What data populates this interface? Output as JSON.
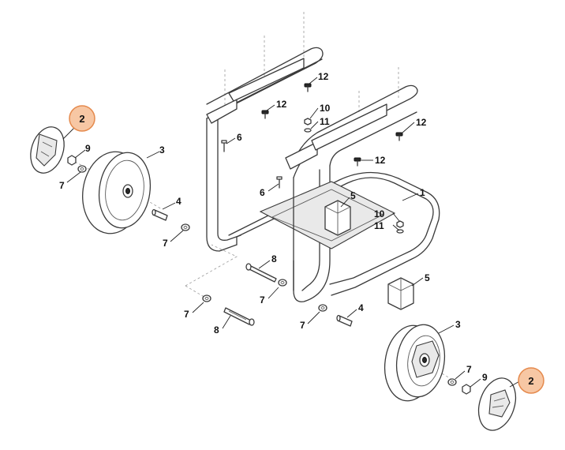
{
  "callouts": [
    {
      "key": "p2a",
      "label": "2",
      "highlight": true
    },
    {
      "key": "p2b",
      "label": "2",
      "highlight": true
    },
    {
      "key": "p9a",
      "label": "9"
    },
    {
      "key": "p7a",
      "label": "7"
    },
    {
      "key": "p3a",
      "label": "3"
    },
    {
      "key": "p4a",
      "label": "4"
    },
    {
      "key": "p7b",
      "label": "7"
    },
    {
      "key": "p6a",
      "label": "6"
    },
    {
      "key": "p6b",
      "label": "6"
    },
    {
      "key": "p12a",
      "label": "12"
    },
    {
      "key": "p12b",
      "label": "12"
    },
    {
      "key": "p12c",
      "label": "12"
    },
    {
      "key": "p12d",
      "label": "12"
    },
    {
      "key": "p10a",
      "label": "10"
    },
    {
      "key": "p11a",
      "label": "11"
    },
    {
      "key": "p10b",
      "label": "10"
    },
    {
      "key": "p11b",
      "label": "11"
    },
    {
      "key": "p5a",
      "label": "5"
    },
    {
      "key": "p5b",
      "label": "5"
    },
    {
      "key": "p1a",
      "label": "1"
    },
    {
      "key": "p8a",
      "label": "8"
    },
    {
      "key": "p7c",
      "label": "7"
    },
    {
      "key": "p7d",
      "label": "7"
    },
    {
      "key": "p8b",
      "label": "8"
    },
    {
      "key": "p7e",
      "label": "7"
    },
    {
      "key": "p4b",
      "label": "4"
    },
    {
      "key": "p3b",
      "label": "3"
    },
    {
      "key": "p7f",
      "label": "7"
    },
    {
      "key": "p9b",
      "label": "9"
    }
  ],
  "colors": {
    "highlight_fill": "#f7c7a4",
    "highlight_stroke": "#e58a4d",
    "line": "#3a3a3a"
  }
}
